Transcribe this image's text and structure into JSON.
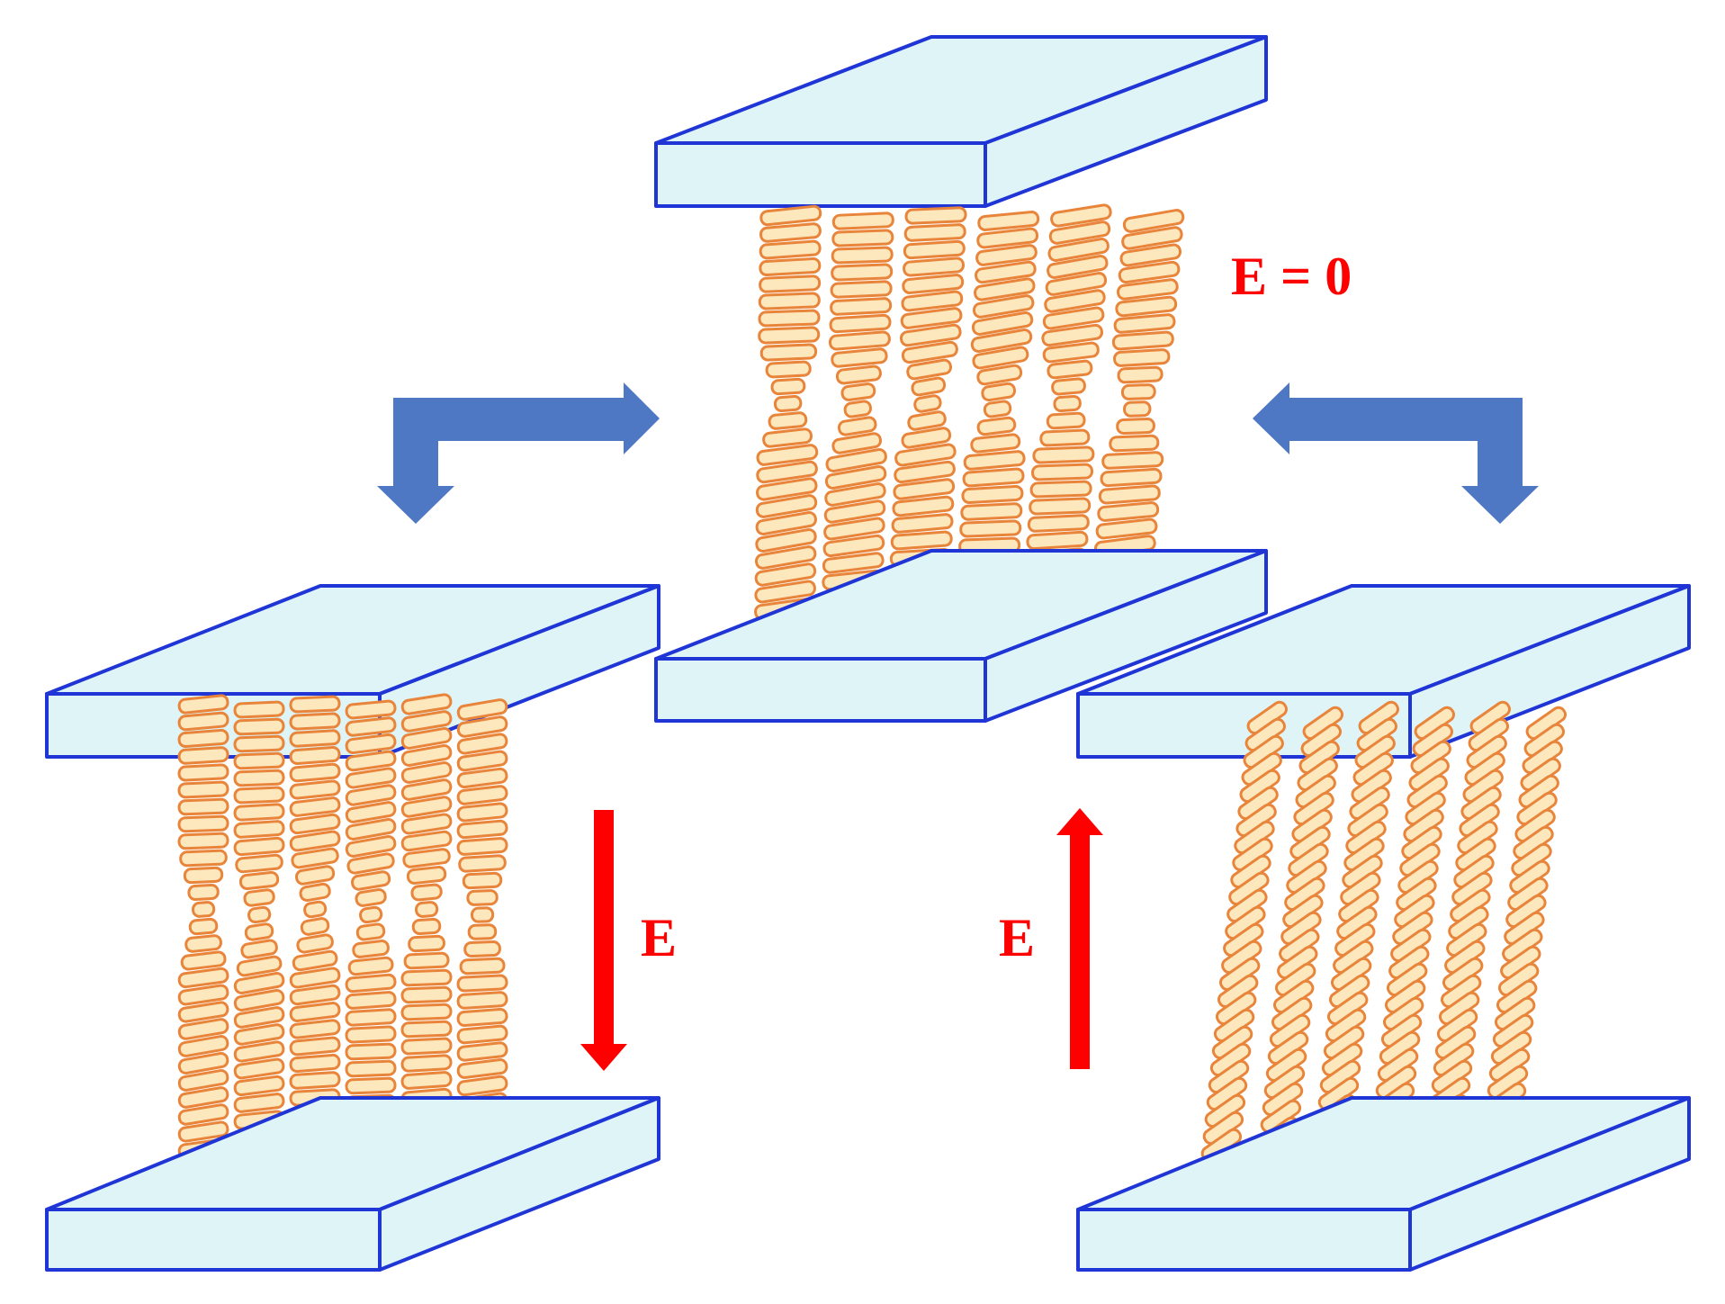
{
  "labels": {
    "field_zero": "E = 0",
    "field_down": "E",
    "field_up": "E"
  },
  "colors": {
    "plate_fill": "#dff4f6",
    "plate_stroke": "#1f35d6",
    "molecule_fill": "#fde7bd",
    "molecule_stroke": "#e8853b",
    "transition_arrow": "#4f78c4",
    "field_arrow": "#ff0000",
    "label_text": "#ff0000"
  },
  "icons": {
    "transition_arrow": "bent-double-arrow-icon",
    "field_arrow_down": "arrow-down-icon",
    "field_arrow_up": "arrow-up-icon"
  }
}
